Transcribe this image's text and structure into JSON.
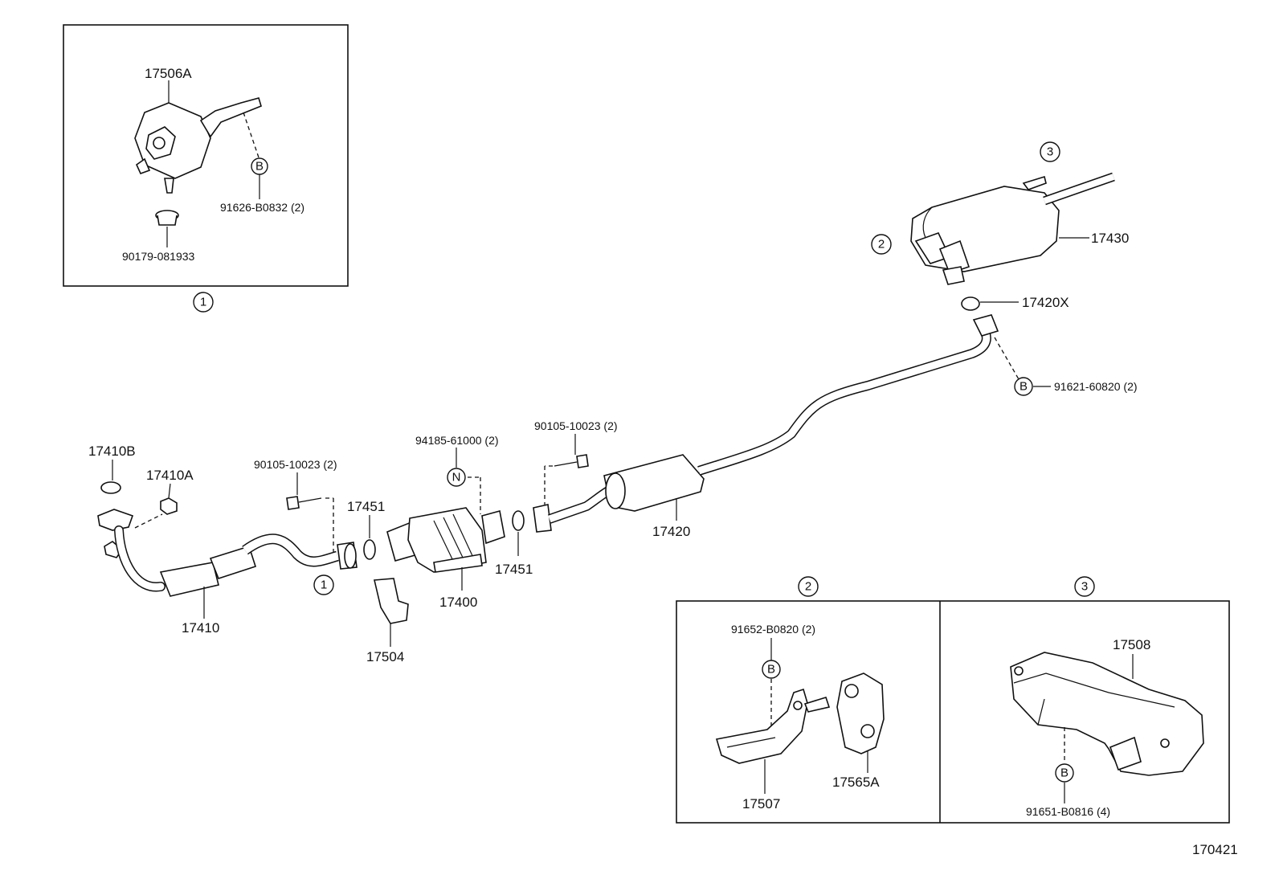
{
  "inset1": {
    "part_mount": "17506A",
    "bolt_note": "91626-B0832 (2)",
    "nut": "90179-081933",
    "bolt_code": "B",
    "ref": "1"
  },
  "inset2": {
    "ref": "2",
    "bolt_note": "91652-B0820 (2)",
    "bolt_code": "B",
    "bracket": "17507",
    "hanger": "17565A"
  },
  "inset3": {
    "ref": "3",
    "support": "17508",
    "bolt_code": "B",
    "bolt_note": "91651-B0816 (4)"
  },
  "main": {
    "gasket_b": "17410B",
    "gasket_a": "17410A",
    "front_pipe": "17410",
    "bolt_left": "90105-10023 (2)",
    "gasket_left": "17451",
    "ref_1": "1",
    "insulator": "17504",
    "converter": "17400",
    "nut_note": "94185-61000 (2)",
    "nut_code": "N",
    "gasket_right": "17451",
    "bolt_right": "90105-10023 (2)",
    "center_pipe": "17420",
    "tail_gasket": "17420X",
    "tail_bolt_code": "B",
    "tail_bolt_note": "91621-60820 (2)",
    "muffler": "17430",
    "ref_2": "2",
    "ref_3": "3",
    "diagram_id": "170421"
  }
}
